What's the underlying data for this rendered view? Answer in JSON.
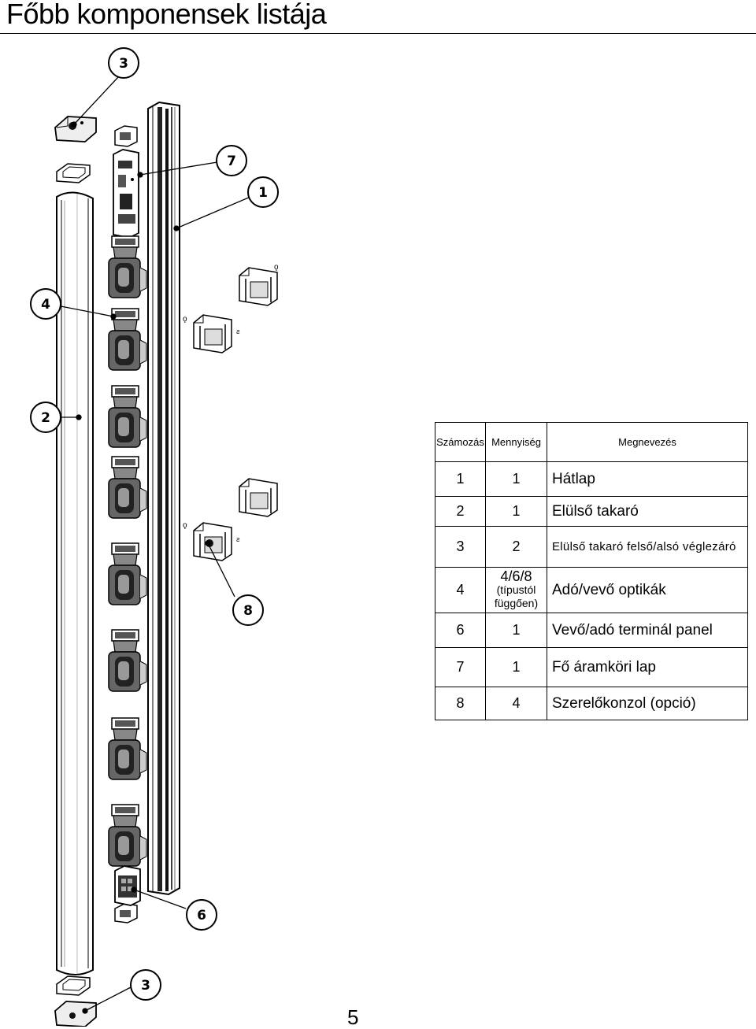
{
  "heading": "Főbb komponensek listája",
  "page_number": "5",
  "callouts": [
    "3",
    "7",
    "1",
    "4",
    "2",
    "8",
    "6",
    "3"
  ],
  "table": {
    "headers": {
      "numbering": "Számozás",
      "quantity": "Mennyiség",
      "name": "Megnevezés"
    },
    "rows": [
      {
        "num": "1",
        "qty": "1",
        "name": "Hátlap"
      },
      {
        "num": "2",
        "qty": "1",
        "name": "Elülső takaró"
      },
      {
        "num": "3",
        "qty": "2",
        "name": "Elülső takaró felső/alsó véglezáró"
      },
      {
        "num": "4",
        "qty": "4/6/8",
        "qty_note_1": "(típustól",
        "qty_note_2": "függően)",
        "name": "Adó/vevő optikák"
      },
      {
        "num": "6",
        "qty": "1",
        "name": "Vevő/adó terminál panel"
      },
      {
        "num": "7",
        "qty": "1",
        "name": "Fő áramköri lap"
      },
      {
        "num": "8",
        "qty": "4",
        "name": "Szerelőkonzol (opció)"
      }
    ]
  }
}
